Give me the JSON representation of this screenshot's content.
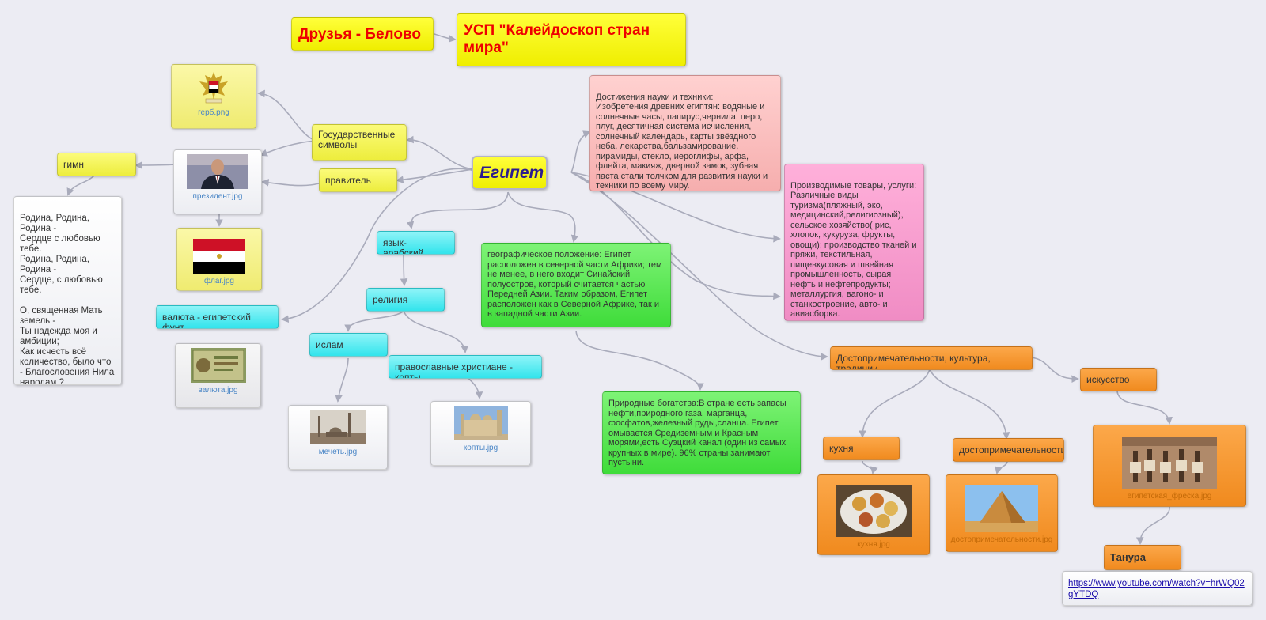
{
  "nodes": {
    "friends": "Друзья - Белово",
    "usp": "УСП \"Калейдоскоп стран мира\"",
    "egypt": "Египет",
    "state_symbols": "Государственные символы",
    "ruler": "правитель",
    "anthem": "гимн",
    "anthem_text": "Родина, Родина, Родина -\nСердце с любовью тебе.\nРодина, Родина, Родина -\nСердце, с любовью тебе.\n\nО, священная Мать земель -\nТы надежда моя и амбиции;\nКак исчесть всё количество, было что - Благословения Нила народам ?",
    "language": "язык- арабский",
    "religion": "религия",
    "islam": "ислам",
    "copts": "православные христиане - копты",
    "currency": "валюта - египетский фунт",
    "geo": "географическое положение: Египет расположен в северной части Африки; тем не менее, в него входит Синайский полуостров, который считается частью Передней Азии. Таким образом, Египет расположен как в Северной Африке, так и в западной части Азии.",
    "resources": "Природные богатства:В стране есть запасы нефти,природного газа, марганца, фосфатов,железный руды,сланца. Египет омывается Средиземным и Красным морями,есть Суэцкий канал (один из самых крупных в мире).      96% страны занимают пустыни.",
    "science": "Достижения науки и техники:\nИзобретения древних египтян: водяные и солнечные часы, папирус,чернила, перо, плуг, десятичная система исчисления, солнечный календарь, карты звёздного неба, лекарства,бальзамирование, пирамиды, стекло, иероглифы, арфа, флейта, макияж, дверной замок, зубная паста стали толчком для развития науки и техники по всему миру.",
    "goods": "Производимые товары, услуги:\nРазличные виды туризма(пляжный, эко, медицинский,религиозный), сельское хозяйство( рис, хлопок, кукуруза, фрукты, овощи); производство тканей и пряжи, текстильная, пищевкусовая и швейная промышленность, сырая нефть и нефтепродукты; металлургия, вагоно- и станкостроение, авто- и авиасборка.",
    "sights_culture": "Достопримечательности, культура, традиции",
    "cuisine": "кухня",
    "sights": "достопримечательности",
    "art": "искусство",
    "tanura": "Танура",
    "youtube": "https://www.youtube.com/watch?v=hrWQ02gYTDQ"
  },
  "images": {
    "coat_of_arms": "герб.png",
    "president": "президент.jpg",
    "flag": "флаг.jpg",
    "currency": "валюта.jpg",
    "mosque": "мечеть.jpg",
    "copts": "копты.jpg",
    "cuisine": "кухня.jpg",
    "sights": "достопримечательности.jpg",
    "art": "египетская_фреска.jpg"
  },
  "colors": {
    "connector": "#a9abbb",
    "title_text": "#e00000",
    "egypt_text": "#2b1b8f"
  }
}
